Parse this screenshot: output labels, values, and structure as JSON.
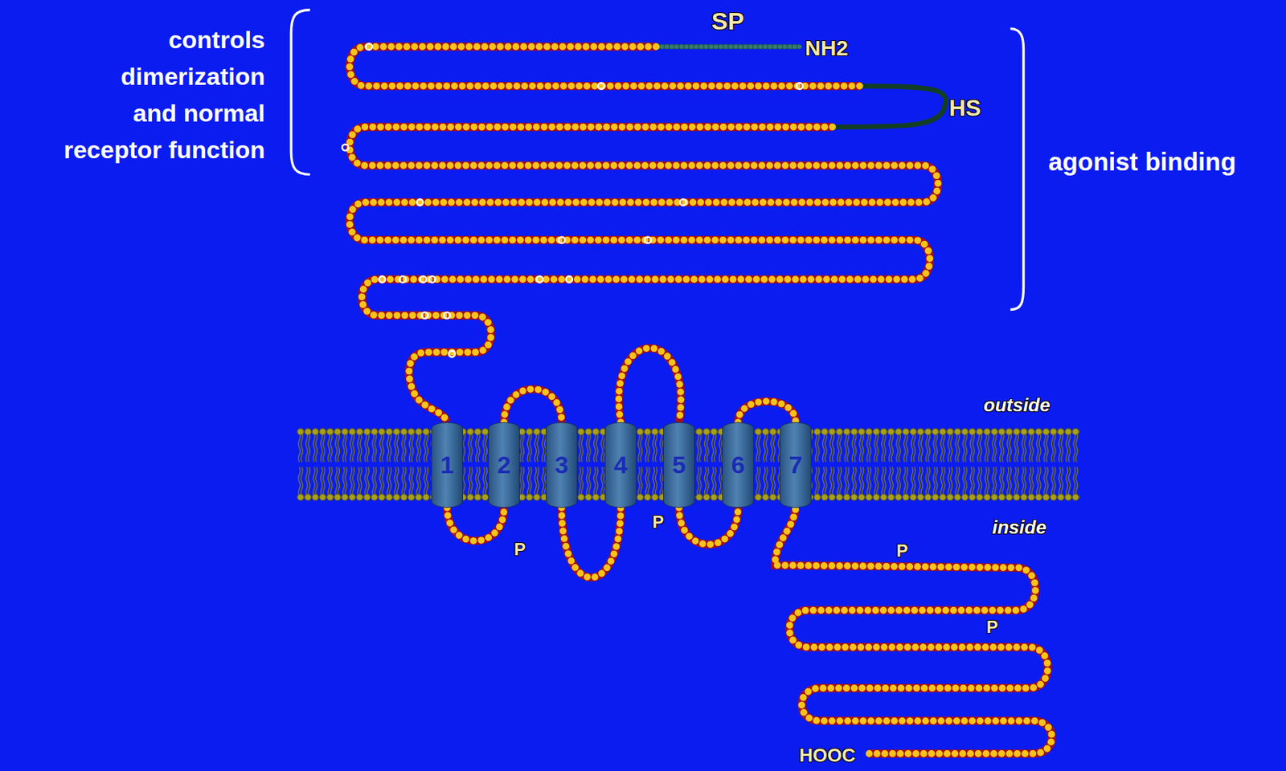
{
  "diagram": {
    "nodes": [
      {
        "text": [
          "1"
        ]
      },
      {
        "text": [
          "2"
        ]
      },
      {
        "text": [
          "3"
        ]
      },
      {
        "text": [
          "4"
        ]
      },
      {
        "text": [
          "5"
        ]
      },
      {
        "text": [
          "6"
        ]
      },
      {
        "text": [
          "7"
        ]
      }
    ],
    "edges": [
      {
        "from": 0,
        "to": 1,
        "arrow": "none"
      },
      {
        "from": 1,
        "to": 2,
        "arrow": "none"
      },
      {
        "from": 2,
        "to": 3,
        "arrow": "none"
      },
      {
        "from": 3,
        "to": 4,
        "arrow": "none"
      },
      {
        "from": 4,
        "to": 5,
        "arrow": "none"
      },
      {
        "from": 5,
        "to": 6,
        "arrow": "none"
      }
    ],
    "labels": [
      "controls dimerization and normal receptor function",
      "agonist binding",
      "SP",
      "NH2",
      "HS",
      "outside",
      "inside",
      "P",
      "P",
      "P",
      "P",
      "HOOC"
    ]
  }
}
